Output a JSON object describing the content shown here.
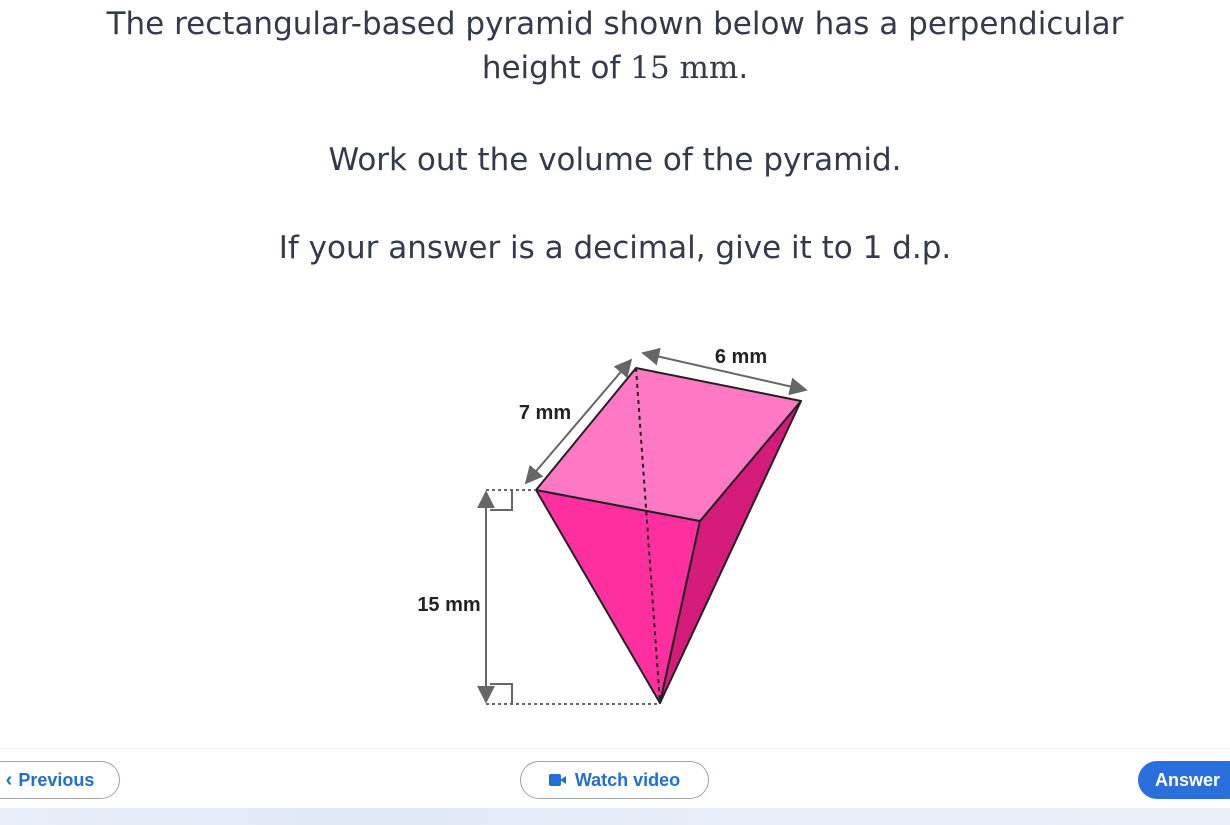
{
  "question": {
    "line1": "The rectangular-based pyramid shown below has a perpendicular",
    "line2_prefix": "height of ",
    "line2_math": "15 mm",
    "line2_suffix": ".",
    "instruction": "Work out the volume of the pyramid.",
    "rounding": "If your answer is a decimal, give it to 1 d.p."
  },
  "diagram": {
    "labels": {
      "width": "6 mm",
      "length": "7 mm",
      "height": "15 mm"
    },
    "colors": {
      "top_face": "#ff78c4",
      "left_face": "#ff2f9f",
      "right_face": "#d51b79",
      "edge": "#222222",
      "dimension": "#666666"
    }
  },
  "footer": {
    "previous_label": "Previous",
    "watch_label": "Watch video",
    "answer_label": "Answer",
    "accent": "#2a6fdb"
  }
}
